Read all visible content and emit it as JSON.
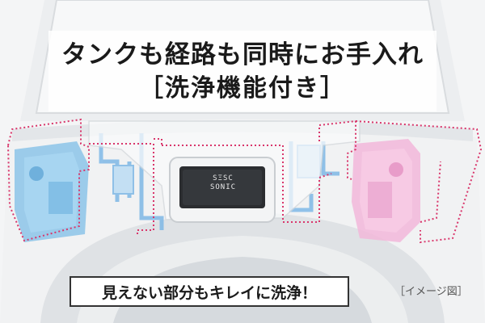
{
  "headline": {
    "line1": "タンクも経路も同時にお手入れ",
    "line2": "［洗浄機能付き］"
  },
  "caption": {
    "main": "見えない部分もキレイに洗浄！",
    "note": "［イメージ図］"
  },
  "logo": {
    "line1": "SΞSC",
    "line2": "SONIC"
  },
  "colors": {
    "dotted_route": "#d9366b",
    "blue_tank": "#8cc4e8",
    "pink_tank": "#f2b7d9",
    "blue_pipe": "#7fb8e6",
    "panel_dark": "#2b2d30"
  },
  "icons": [
    "washer-lid",
    "detergent-tank-blue",
    "softener-tank-pink",
    "water-pipe",
    "control-panel"
  ]
}
